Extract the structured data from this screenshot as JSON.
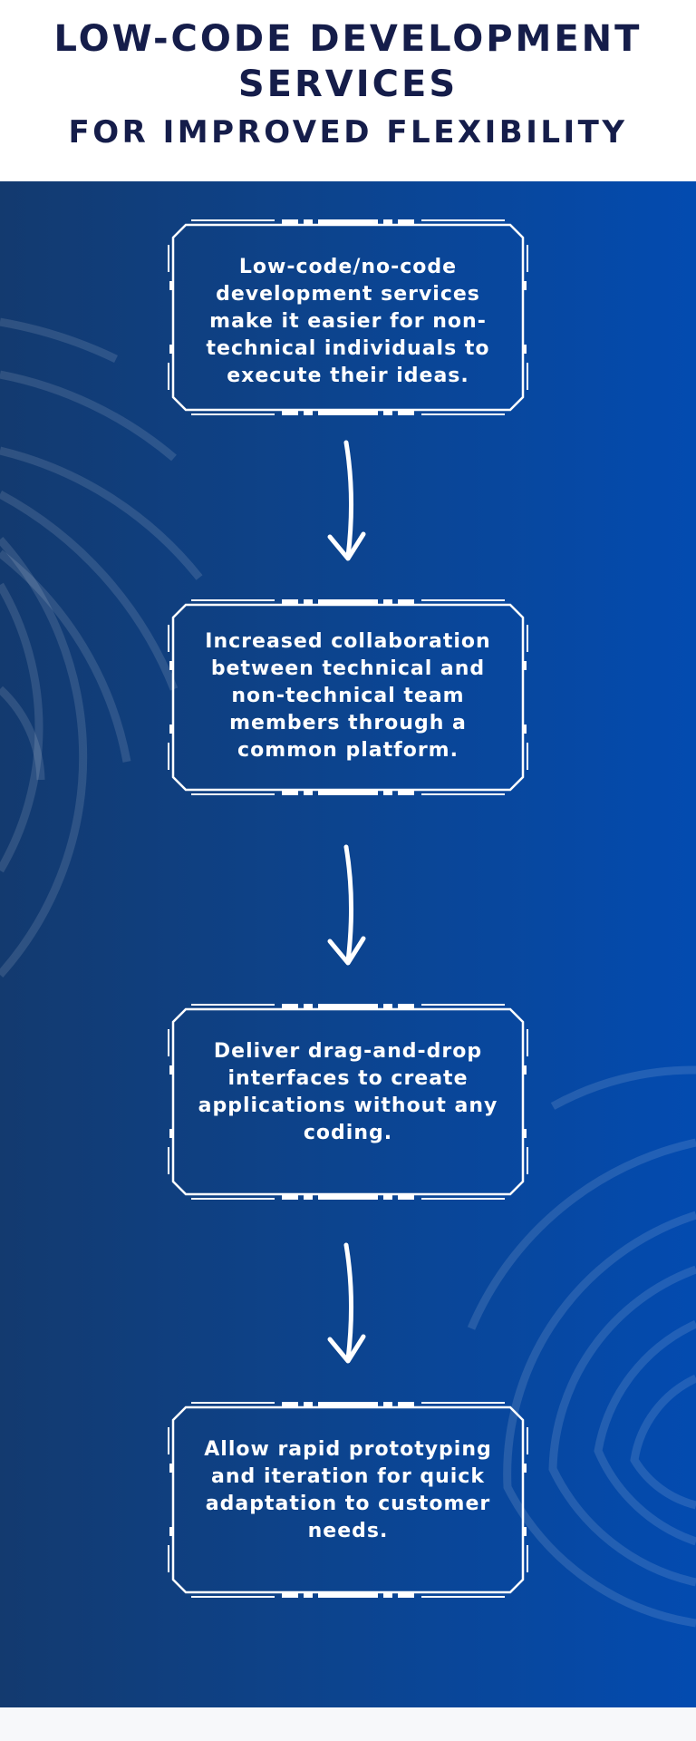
{
  "header": {
    "title_line1": "LOW-CODE DEVELOPMENT",
    "title_line2": "SERVICES",
    "title_line3": "FOR IMPROVED FLEXIBILITY"
  },
  "steps": [
    {
      "text": "Low-code/no-code development services make it easier for non-technical individuals to execute their ideas."
    },
    {
      "text": "Increased collaboration between technical and non-technical team members through a common platform."
    },
    {
      "text": "Deliver drag-and-drop interfaces to create applications without any coding."
    },
    {
      "text": "Allow rapid prototyping and iteration for quick adaptation to customer needs."
    }
  ],
  "colors": {
    "title": "#151d4a",
    "panel_left": "#133a6f",
    "panel_right": "#034bb0",
    "text": "#ffffff"
  },
  "icons": {
    "arrow": "arrow-down-icon",
    "frame": "tech-frame-icon"
  }
}
